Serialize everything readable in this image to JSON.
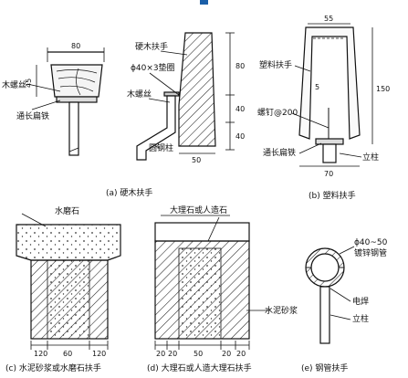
{
  "accent_color": "#1b5fa8",
  "panels": {
    "a": {
      "caption": "(a) 硬木扶手",
      "labels": {
        "hardwood": "硬木扶手",
        "washer": "ϕ40×3垫圈",
        "wood_screw_left": "木螺丝",
        "wood_screw_mid": "木螺丝",
        "flat_iron": "通长扁铁",
        "steel_post": "圆钢柱"
      },
      "dims": {
        "top_width": "80",
        "left_height": "45",
        "right_80": "80",
        "right_40": "40",
        "right_40b": "40",
        "bottom_width": "50"
      }
    },
    "b": {
      "caption": "(b) 塑料扶手",
      "labels": {
        "plastic": "塑料扶手",
        "screw_spacing": "螺钉@200",
        "flat_iron": "通长扁铁",
        "post": "立柱"
      },
      "dims": {
        "top_width": "55",
        "height": "150",
        "inner_5": "5",
        "bottom_width": "70"
      }
    },
    "c": {
      "caption": "(c) 水泥砂浆或水磨石扶手",
      "labels": {
        "terrazzo": "水磨石"
      },
      "dims": [
        "120",
        "60",
        "120"
      ]
    },
    "d": {
      "caption": "(d) 大理石或人造大理石扶手",
      "labels": {
        "marble": "大理石或人造石",
        "mortar": "水泥砂浆"
      },
      "dims": [
        "20",
        "20",
        "50",
        "20",
        "20"
      ]
    },
    "e": {
      "caption": "(e) 钢管扶手",
      "labels": {
        "pipe_size": "ϕ40~50",
        "pipe_type": "镀锌钢管",
        "weld": "电焊",
        "post": "立柱"
      }
    }
  }
}
